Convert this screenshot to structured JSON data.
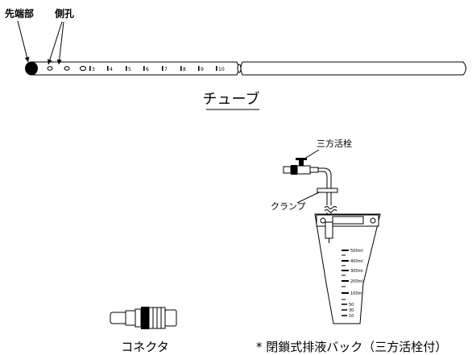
{
  "labels": {
    "tip": "先端部",
    "side_holes": "側孔",
    "tube": "チューブ",
    "stopcock": "三方活栓",
    "clamp": "クランプ",
    "connector": "コネクタ",
    "bag": "* 閉鎖式排液バック（三方活栓付）"
  },
  "tube_marks": [
    "3",
    "4",
    "5",
    "6",
    "7",
    "8",
    "9",
    "10"
  ],
  "bag_scale": [
    "500ml",
    "400ml",
    "300ml",
    "200ml",
    "100ml",
    "50",
    "30",
    "10"
  ]
}
